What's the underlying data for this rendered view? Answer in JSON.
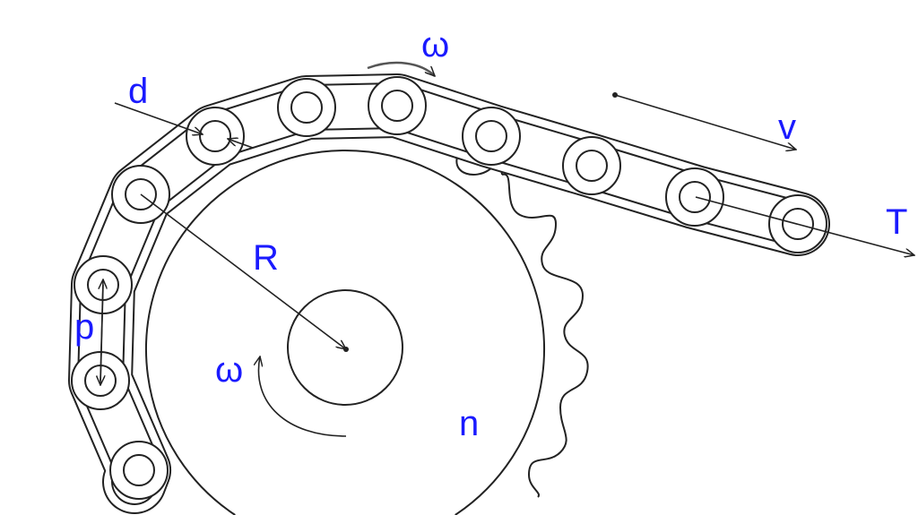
{
  "labels": {
    "omega_top": "ω",
    "d": "d",
    "v": "v",
    "T": "T",
    "R": "R",
    "p": "p",
    "omega_sprocket": "ω",
    "n": "n"
  },
  "colors": {
    "label": "#1a1aff",
    "line": "#222222"
  }
}
